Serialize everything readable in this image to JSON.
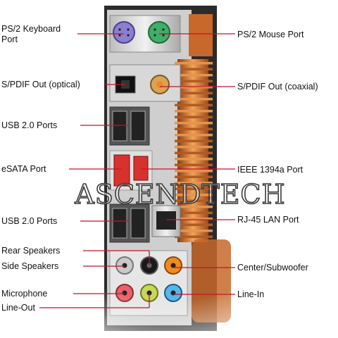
{
  "labels": {
    "ps2_keyboard": "PS/2 Keyboard\nPort",
    "ps2_mouse": "PS/2 Mouse Port",
    "spdif_optical": "S/PDIF Out (optical)",
    "spdif_coaxial": "S/PDIF Out (coaxial)",
    "usb_top": "USB 2.0 Ports",
    "esata": "eSATA Port",
    "ieee1394": "IEEE 1394a Port",
    "usb_bottom": "USB 2.0 Ports",
    "rj45": "RJ-45 LAN Port",
    "rear_speakers": "Rear Speakers",
    "side_speakers": "Side Speakers",
    "center_sub": "Center/Subwoofer",
    "microphone": "Microphone",
    "line_in": "Line-In",
    "line_out": "Line-Out"
  },
  "watermark": "ASCENDTECH",
  "colors": {
    "leader_line": "#c8102e",
    "ps2_keyboard": "#8b7fd0",
    "ps2_mouse": "#3fae6a",
    "esata": "#d8322e",
    "copper": "#d9843d",
    "audio_gray": "#c9c9c9",
    "audio_black": "#1a1a1a",
    "audio_orange": "#f08a1c",
    "audio_pink": "#e8626e",
    "audio_lime": "#c8d65a",
    "audio_blue": "#58b6e6"
  }
}
